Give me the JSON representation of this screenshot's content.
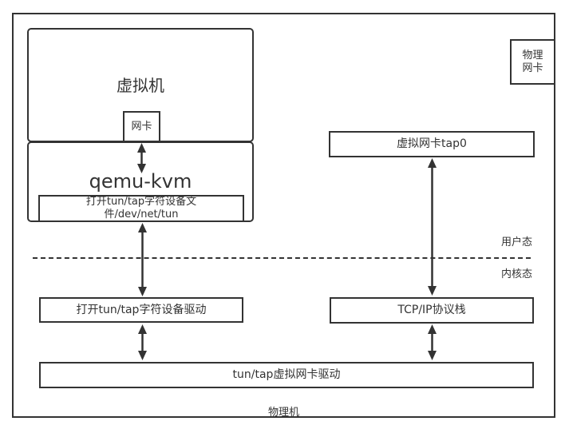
{
  "colors": {
    "line": "#333333",
    "background": "#ffffff"
  },
  "nodes": {
    "vm": "虚拟机",
    "nic": "网卡",
    "qemu": "qemu-kvm",
    "tun_file_line1": "打开tun/tap字符设备文",
    "tun_file_line2": "件/dev/net/tun",
    "tap0": "虚拟网卡tap0",
    "physical_nic_line1": "物理",
    "physical_nic_line2": "网卡",
    "char_device_driver": "打开tun/tap字符设备驱动",
    "tcpip_stack": "TCP/IP协议栈",
    "tuntap_driver": "tun/tap虚拟网卡驱动",
    "host": "物理机"
  },
  "zones": {
    "user_mode": "用户态",
    "kernel_mode": "内核态"
  }
}
